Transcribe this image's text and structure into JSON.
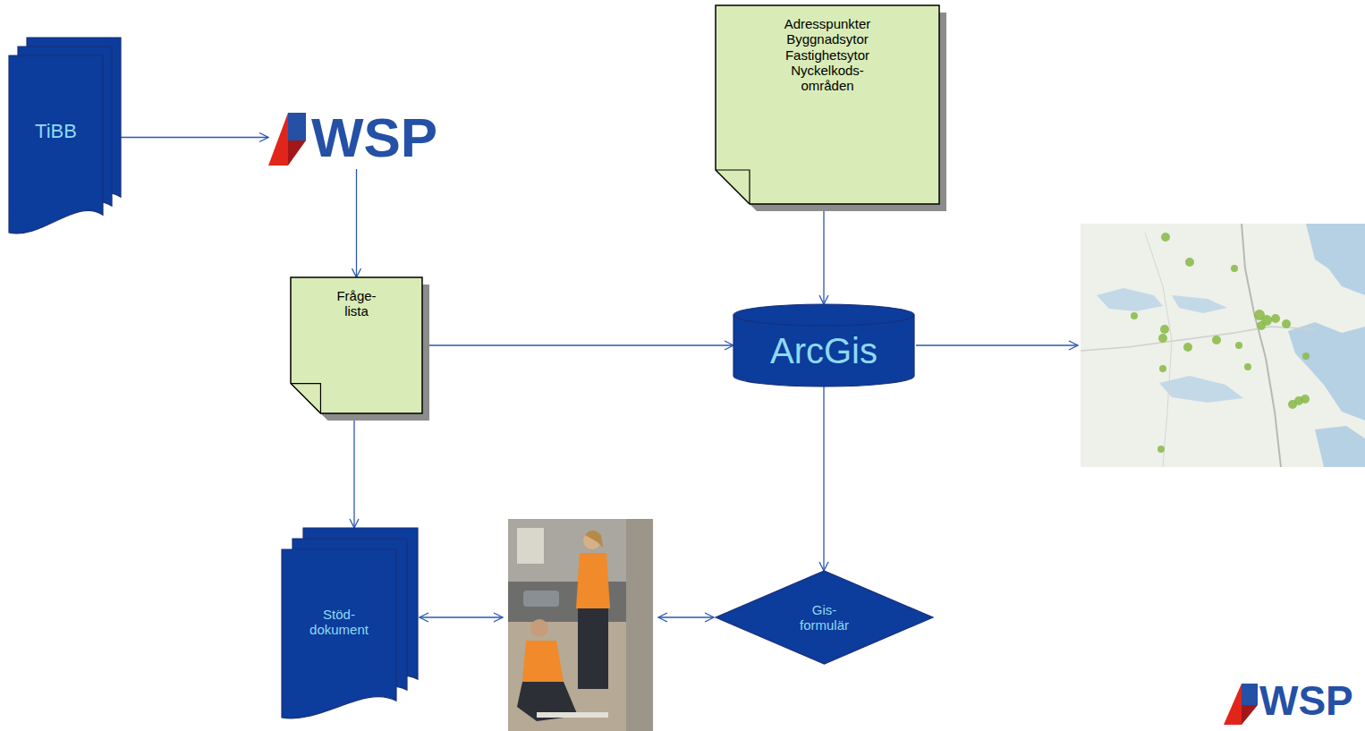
{
  "diagram": {
    "nodes": [
      {
        "text": [
          "TiBB"
        ]
      },
      {
        "text": [
          "WSP"
        ]
      },
      {
        "text": [
          "Adresspunkter Byggnadsytor Fastighetsytor Nyckelkods- områden"
        ]
      },
      {
        "text": [
          "Fråge- lista"
        ]
      },
      {
        "text": [
          "ArcGis"
        ]
      },
      {
        "text": [
          "Stöd- dokument"
        ]
      },
      {
        "text": [
          "Gis- formulär"
        ]
      }
    ],
    "edges": [
      {
        "from": 0,
        "to": 1,
        "arrow": "to"
      },
      {
        "from": 1,
        "to": 3,
        "arrow": "to"
      },
      {
        "from": 2,
        "to": 4,
        "arrow": "to"
      },
      {
        "from": 3,
        "to": 4,
        "arrow": "to"
      },
      {
        "from": 3,
        "to": 5,
        "arrow": "to"
      },
      {
        "from": 4,
        "to": 6,
        "arrow": "to"
      }
    ],
    "labels": [
      "WSP"
    ]
  }
}
